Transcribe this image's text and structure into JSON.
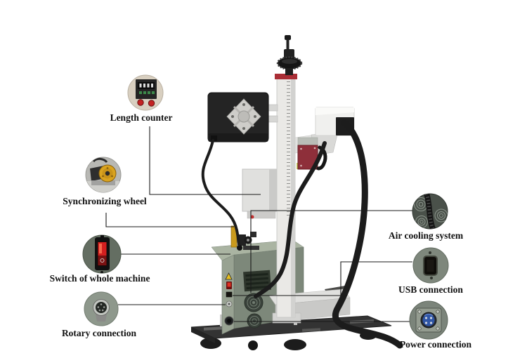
{
  "callouts": {
    "length_counter": {
      "label": "Length counter",
      "icon": "length-counter-photo"
    },
    "synchronizing_wheel": {
      "label": "Synchronizing wheel",
      "icon": "synchronizing-wheel-photo"
    },
    "switch_whole_machine": {
      "label": "Switch of whole machine",
      "icon": "power-switch-photo"
    },
    "rotary_connection": {
      "label": "Rotary connection",
      "icon": "rotary-connector-photo"
    },
    "air_cooling": {
      "label": "Air cooling system",
      "icon": "cooling-fans-photo"
    },
    "usb_connection": {
      "label": "USB connection",
      "icon": "usb-port-photo"
    },
    "power_connection": {
      "label": "Power connection",
      "icon": "power-plug-photo"
    }
  },
  "colors": {
    "background": "#ffffff",
    "leader_line": "#1a1a1a",
    "label_text": "#111111",
    "control_box_green": "#8a9486",
    "switch_red": "#d31f1f",
    "galvo_plate_red": "#8e2f3a",
    "power_plug_blue": "#2f55a5",
    "sync_wheel_yellow": "#d9a31f",
    "column_red_cap": "#aa2e36"
  }
}
